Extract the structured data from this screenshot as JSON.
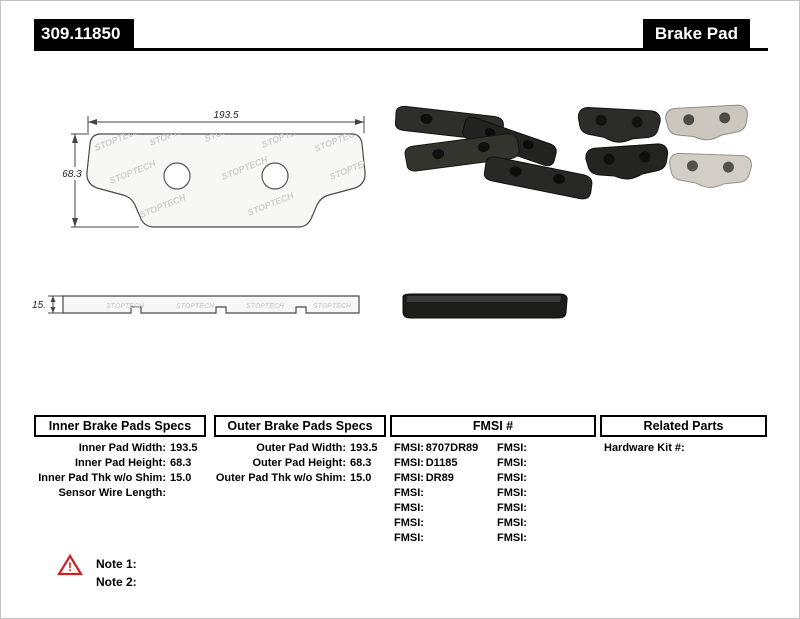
{
  "header": {
    "part_number": "309.11850",
    "product_type": "Brake Pad"
  },
  "diagram": {
    "pad_width_label": "193.5",
    "pad_height_label": "68.3",
    "pad_thickness_label": "15.",
    "watermark": "STOPTECH"
  },
  "tables": {
    "inner": {
      "title": "Inner Brake Pads Specs",
      "rows": [
        {
          "label": "Inner Pad Width:",
          "value": "193.5"
        },
        {
          "label": "Inner Pad Height:",
          "value": "68.3"
        },
        {
          "label": "Inner Pad Thk w/o Shim:",
          "value": "15.0"
        },
        {
          "label": "Sensor Wire Length:",
          "value": ""
        }
      ]
    },
    "outer": {
      "title": "Outer Brake Pads Specs",
      "rows": [
        {
          "label": "Outer Pad Width:",
          "value": "193.5"
        },
        {
          "label": "Outer Pad Height:",
          "value": "68.3"
        },
        {
          "label": "Outer Pad Thk w/o Shim:",
          "value": "15.0"
        }
      ]
    },
    "fmsi": {
      "title": "FMSI #",
      "rows": [
        {
          "l1": "FMSI:",
          "v1": "8707DR89",
          "l2": "FMSI:",
          "v2": ""
        },
        {
          "l1": "FMSI:",
          "v1": "D1185",
          "l2": "FMSI:",
          "v2": ""
        },
        {
          "l1": "FMSI:",
          "v1": "DR89",
          "l2": "FMSI:",
          "v2": ""
        },
        {
          "l1": "FMSI:",
          "v1": "",
          "l2": "FMSI:",
          "v2": ""
        },
        {
          "l1": "FMSI:",
          "v1": "",
          "l2": "FMSI:",
          "v2": ""
        },
        {
          "l1": "FMSI:",
          "v1": "",
          "l2": "FMSI:",
          "v2": ""
        },
        {
          "l1": "FMSI:",
          "v1": "",
          "l2": "FMSI:",
          "v2": ""
        }
      ]
    },
    "related": {
      "title": "Related Parts",
      "rows": [
        {
          "label": "Hardware Kit #:",
          "value": ""
        }
      ]
    }
  },
  "notes": {
    "note1": "Note 1:",
    "note2": "Note 2:"
  }
}
